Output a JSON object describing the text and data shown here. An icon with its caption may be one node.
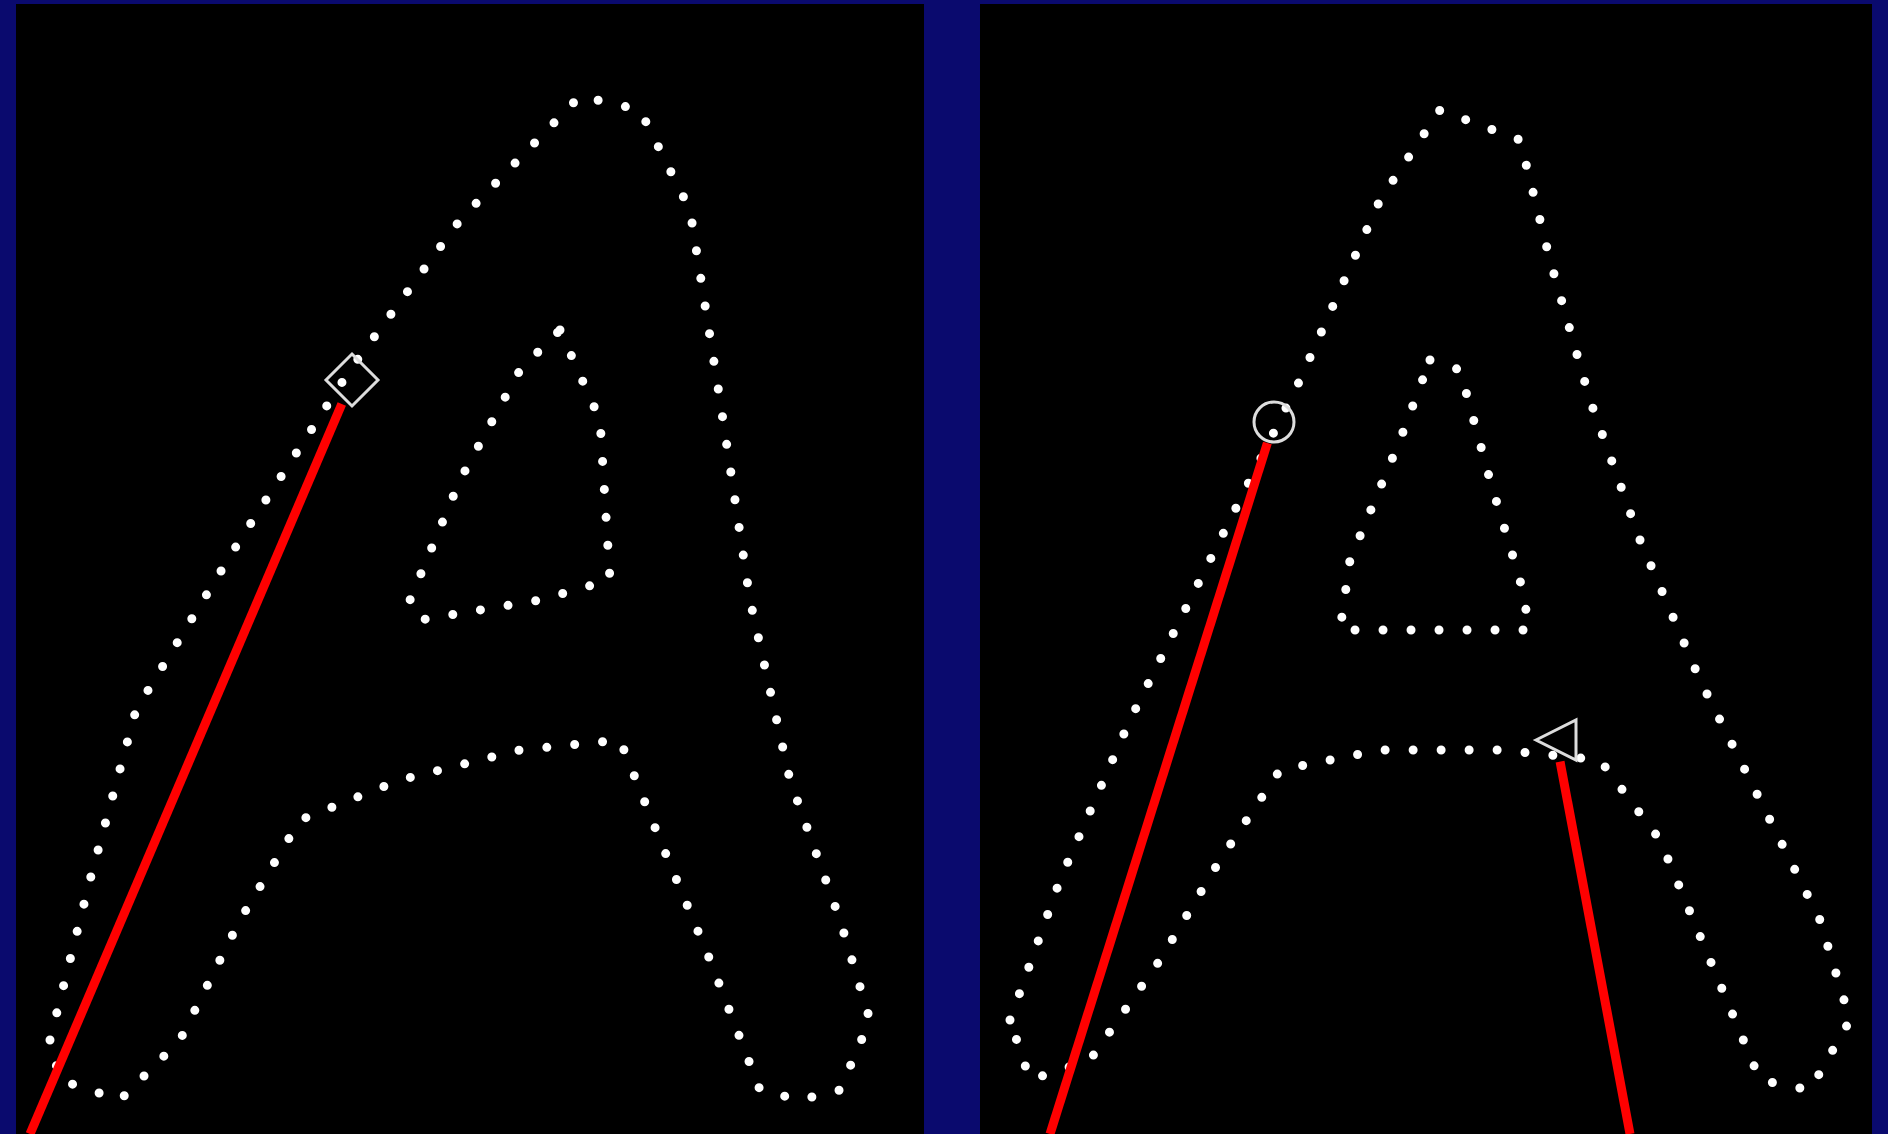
{
  "diagram": {
    "nodes": [
      {
        "text": [],
        "shape": "diamond"
      },
      {
        "text": [],
        "shape": "circle"
      },
      {
        "text": [],
        "shape": "triangle"
      }
    ],
    "edges": [
      {
        "from": null,
        "to": 0,
        "arrow": "none"
      },
      {
        "from": null,
        "to": 1,
        "arrow": "none"
      },
      {
        "from": null,
        "to": 2,
        "arrow": "none"
      }
    ]
  }
}
